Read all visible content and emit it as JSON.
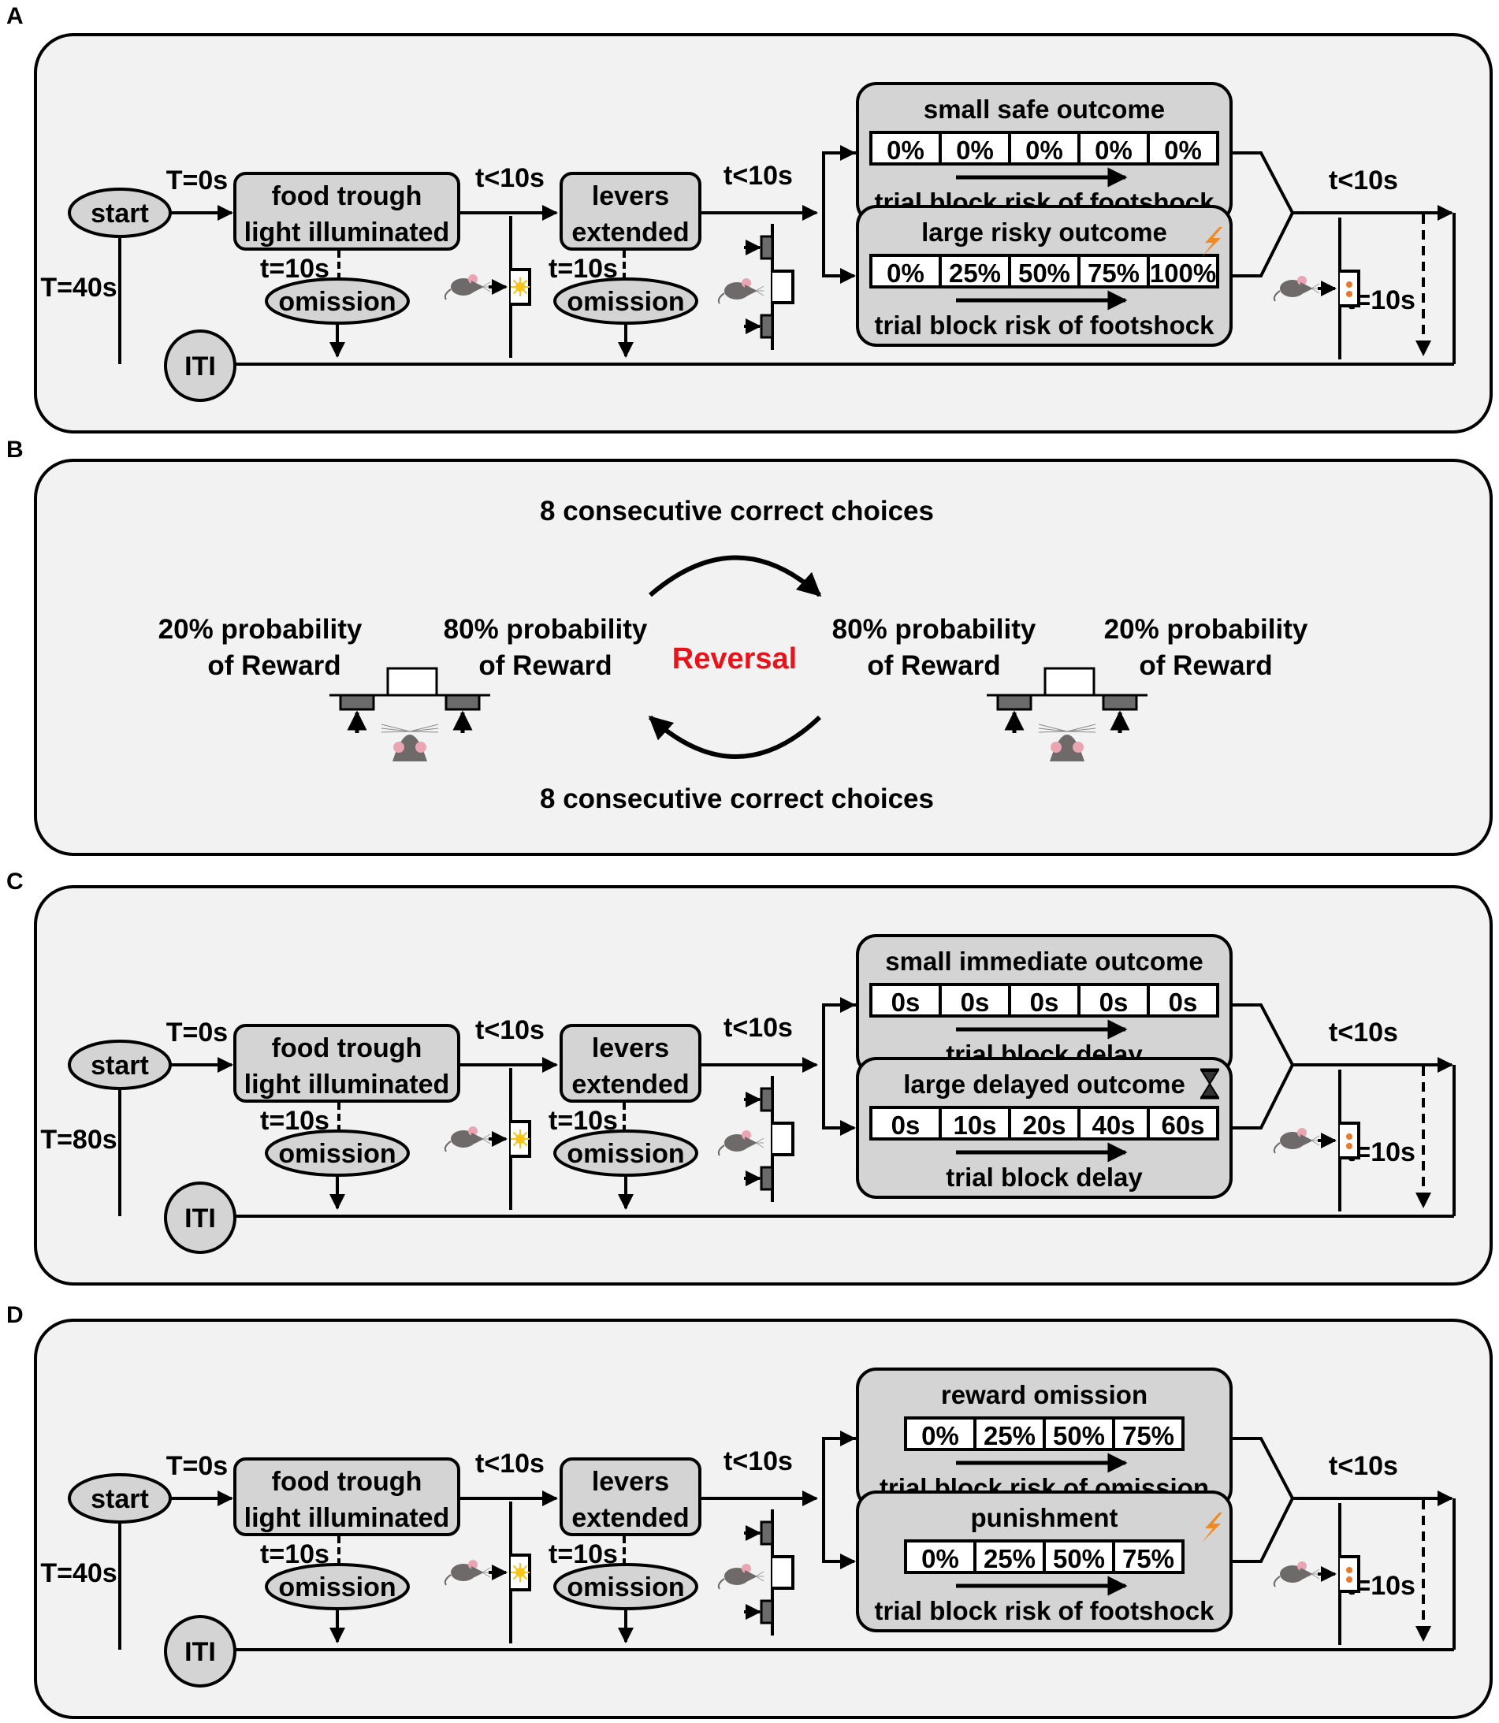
{
  "panels": [
    {
      "letter": "A",
      "start": "start",
      "iti": "ITI",
      "t_start": "T=0s",
      "t_cycle": "T=40s",
      "food_trough": [
        "food trough",
        "light illuminated"
      ],
      "t1": "t<10s",
      "t1_omit": "t=10s",
      "omission1": "omission",
      "levers": [
        "levers",
        "extended"
      ],
      "t2": "t<10s",
      "t2_omit": "t=10s",
      "omission2": "omission",
      "t3": "t<10s",
      "t3_omit": "t=10s",
      "top_box": {
        "title": "small safe outcome",
        "cells": [
          "0%",
          "0%",
          "0%",
          "0%",
          "0%"
        ],
        "footer": "trial block risk of footshock",
        "icon": ""
      },
      "bottom_box": {
        "title": "large risky outcome",
        "cells": [
          "0%",
          "25%",
          "50%",
          "75%",
          "100%"
        ],
        "footer": "trial block risk of footshock",
        "icon": "lightning-icon"
      }
    },
    {
      "letter": "C",
      "start": "start",
      "iti": "ITI",
      "t_start": "T=0s",
      "t_cycle": "T=80s",
      "food_trough": [
        "food trough",
        "light illuminated"
      ],
      "t1": "t<10s",
      "t1_omit": "t=10s",
      "omission1": "omission",
      "levers": [
        "levers",
        "extended"
      ],
      "t2": "t<10s",
      "t2_omit": "t=10s",
      "omission2": "omission",
      "t3": "t<10s",
      "t3_omit": "t=10s",
      "top_box": {
        "title": "small immediate outcome",
        "cells": [
          "0s",
          "0s",
          "0s",
          "0s",
          "0s"
        ],
        "footer": "trial block delay",
        "icon": ""
      },
      "bottom_box": {
        "title": "large delayed outcome",
        "cells": [
          "0s",
          "10s",
          "20s",
          "40s",
          "60s"
        ],
        "footer": "trial block delay",
        "icon": "hourglass-icon"
      }
    },
    {
      "letter": "D",
      "start": "start",
      "iti": "ITI",
      "t_start": "T=0s",
      "t_cycle": "T=40s",
      "food_trough": [
        "food trough",
        "light illuminated"
      ],
      "t1": "t<10s",
      "t1_omit": "t=10s",
      "omission1": "omission",
      "levers": [
        "levers",
        "extended"
      ],
      "t2": "t<10s",
      "t2_omit": "t=10s",
      "omission2": "omission",
      "t3": "t<10s",
      "t3_omit": "t=10s",
      "top_box": {
        "title": "reward omission",
        "cells": [
          "0%",
          "25%",
          "50%",
          "75%"
        ],
        "footer": "trial block risk of omission",
        "icon": ""
      },
      "bottom_box": {
        "title": "punishment",
        "cells": [
          "0%",
          "25%",
          "50%",
          "75%"
        ],
        "footer": "trial block risk of footshock",
        "icon": "lightning-icon"
      }
    }
  ],
  "panel_b": {
    "letter": "B",
    "top_caption": "8 consecutive correct choices",
    "bottom_caption": "8 consecutive correct choices",
    "center": "Reversal",
    "left_setup": {
      "left_label": [
        "20% probability",
        "of Reward"
      ],
      "right_label": [
        "80% probability",
        "of Reward"
      ]
    },
    "right_setup": {
      "left_label": [
        "80% probability",
        "of Reward"
      ],
      "right_label": [
        "20% probability",
        "of Reward"
      ]
    }
  },
  "colors": {
    "panel_bg": "#f2f2f2",
    "box_fill": "#d4d4d4",
    "line": "#000000",
    "reversal_text": "#e8141b",
    "lightning": "#f08a24",
    "light": "#f7c51a",
    "pellet": "#e8782a",
    "mouse_body": "#6d6a69",
    "mouse_ear": "#e9a5b2"
  }
}
